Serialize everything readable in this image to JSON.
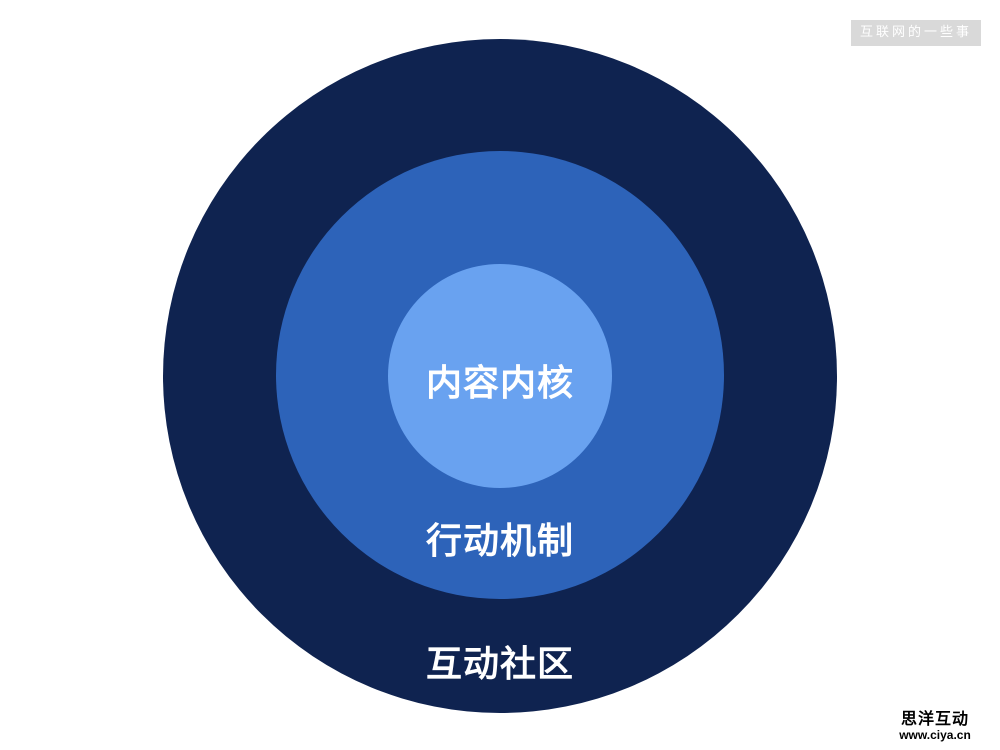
{
  "diagram": {
    "type": "concentric-circles",
    "layers": [
      {
        "name": "outer",
        "label": "互动社区",
        "color": "#0f2350"
      },
      {
        "name": "middle",
        "label": "行动机制",
        "color": "#2d63b9"
      },
      {
        "name": "inner",
        "label": "内容内核",
        "color": "#69a2f0"
      }
    ]
  },
  "watermarks": {
    "top_right": "互联网的一些事",
    "bottom_right_title": "思洋互动",
    "bottom_right_url": "www.ciya.cn"
  }
}
